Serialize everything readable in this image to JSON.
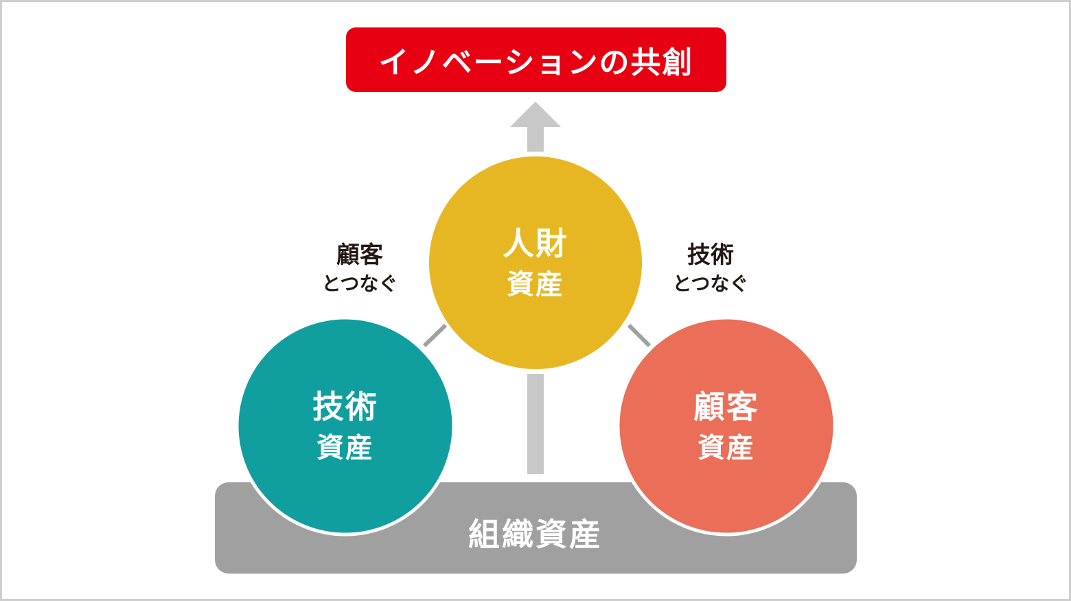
{
  "title": "イノベーションの共創",
  "nodes": {
    "people": {
      "line1": "人財",
      "line2": "資産"
    },
    "technology": {
      "line1": "技術",
      "line2": "資産"
    },
    "customer": {
      "line1": "顧客",
      "line2": "資産"
    },
    "organization": {
      "label": "組織資産"
    }
  },
  "links": {
    "left": {
      "line1": "顧客",
      "line2": "とつなぐ"
    },
    "right": {
      "line1": "技術",
      "line2": "とつなぐ"
    }
  },
  "colors": {
    "title": "#e60012",
    "people": "#e6b722",
    "technology": "#109e9f",
    "customer": "#eb6e58",
    "organization": "#a0a0a0",
    "connector": "#c8c8c8"
  }
}
